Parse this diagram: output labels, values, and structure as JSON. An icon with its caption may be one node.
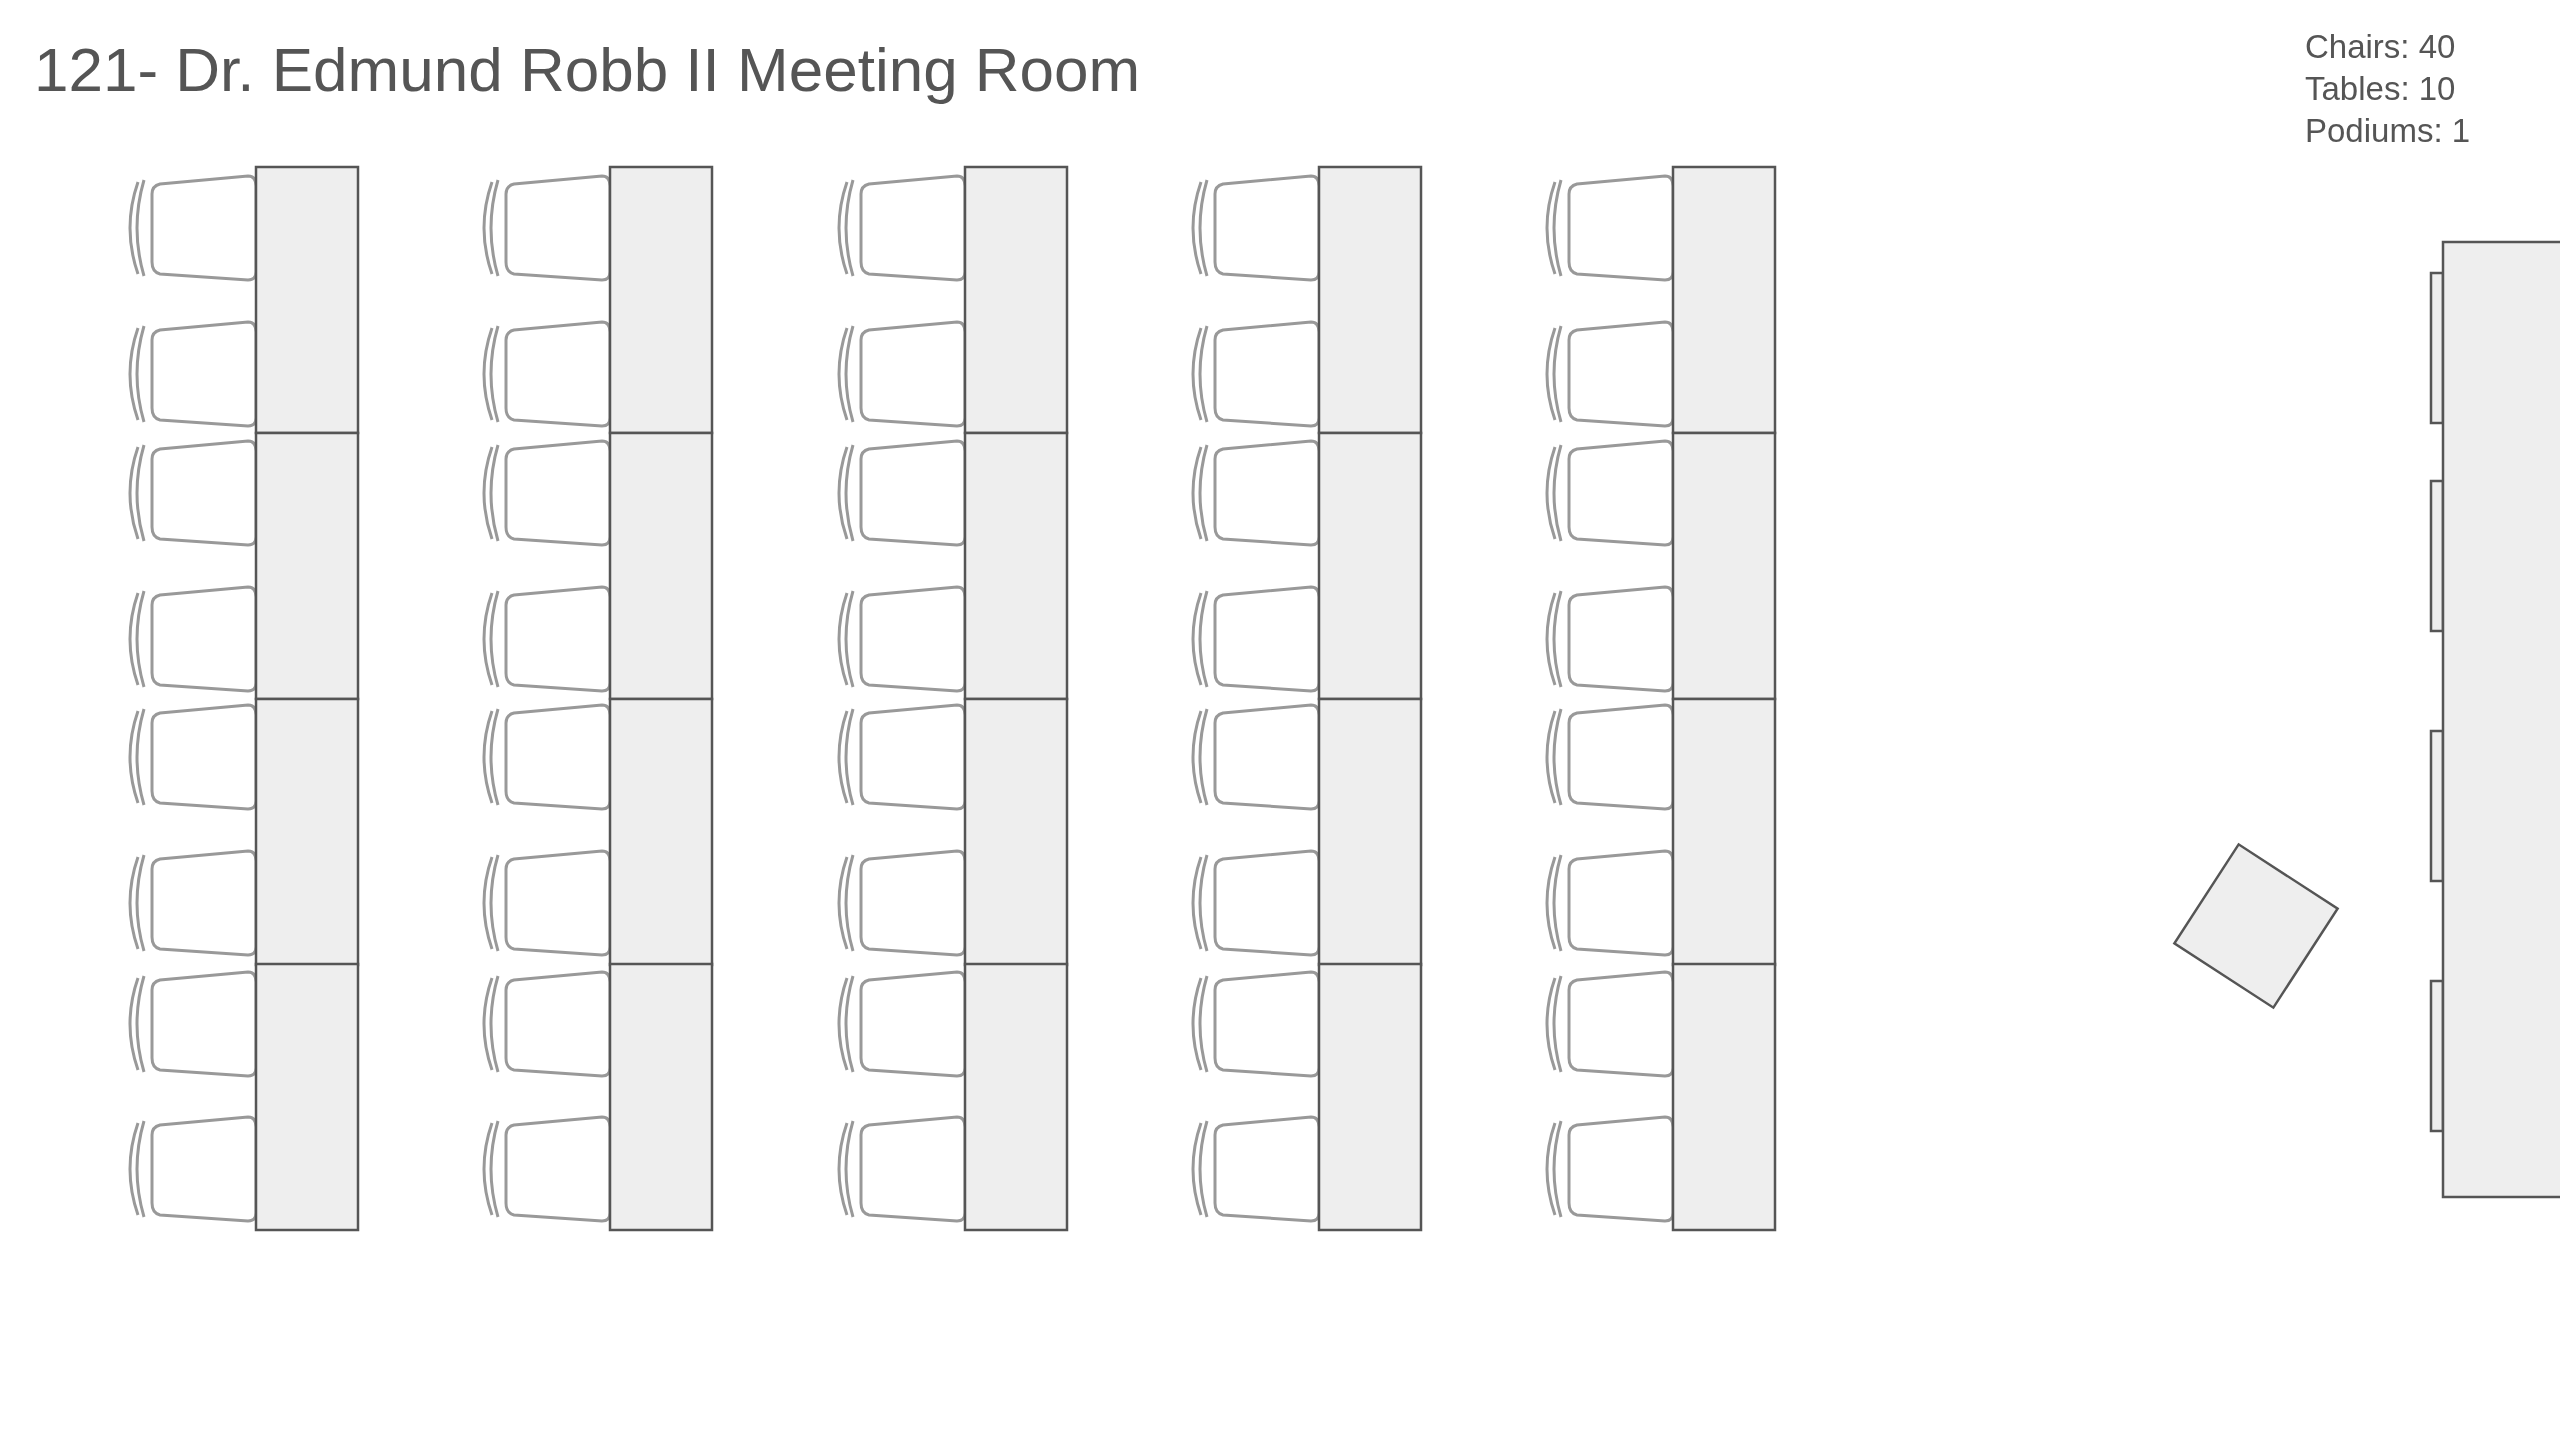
{
  "diagram": {
    "title": "121- Dr. Edmund Robb II Meeting Room",
    "labels": [
      "Chairs: 40",
      "Tables: 10",
      "Podiums: 1"
    ]
  }
}
